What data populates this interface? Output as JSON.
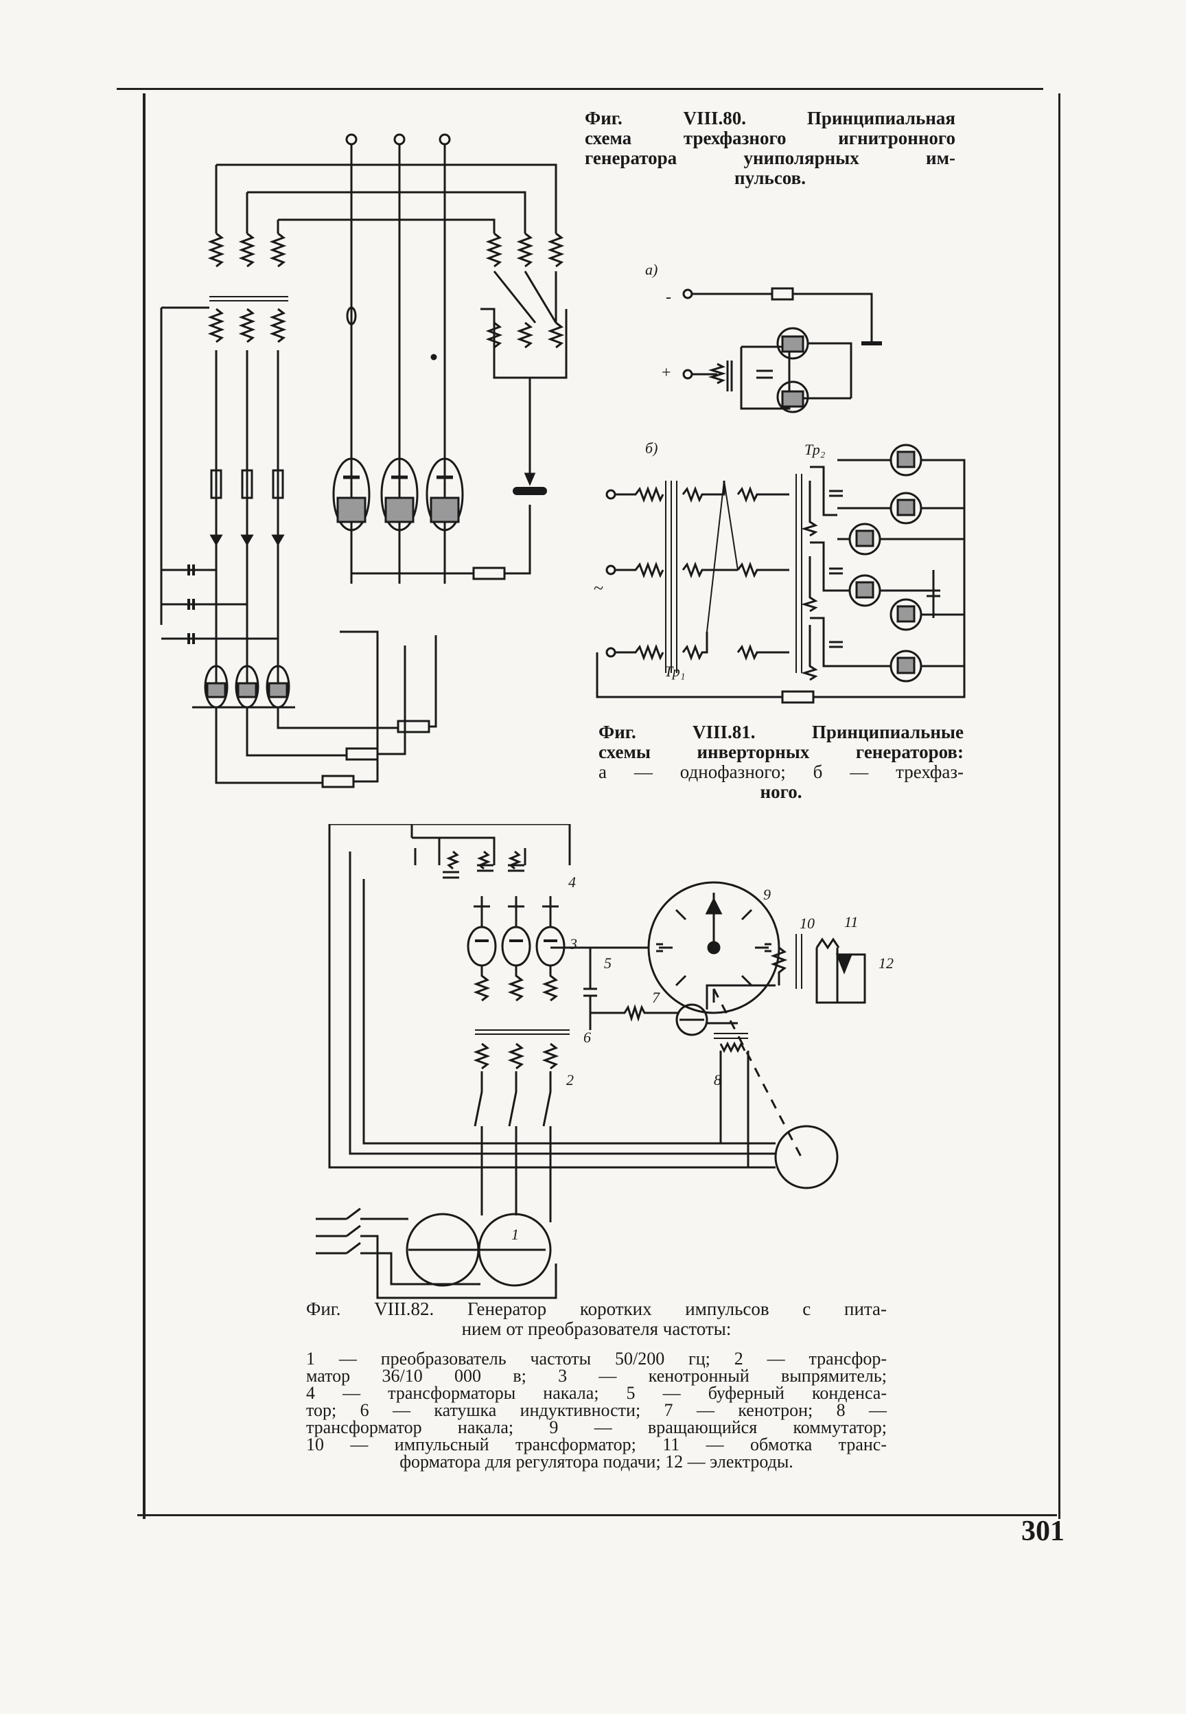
{
  "fig80": {
    "label": "Фиг. VIII.80.",
    "title_l1": "Принципиальная",
    "title_l2": "схема трехфазного игнитронного",
    "title_l3": "генератора униполярных им-",
    "title_l4": "пульсов."
  },
  "fig81": {
    "label": "Фиг. VIII.81.",
    "title_l1": "Принципиальные",
    "title_l2": "схемы инверторных генераторов:",
    "title_l3": "а — однофазного; б — трехфаз-",
    "title_l4": "ного.",
    "sub_a": "а)",
    "sub_b": "б)",
    "tr1": "Тр₁",
    "tr2": "Тр₂"
  },
  "fig82": {
    "label": "Фиг. VIII.82.",
    "title_l1": "Генератор коротких импульсов с пита-",
    "title_l2": "нием от преобразователя частоты:",
    "legend_l1": "1 — преобразователь частоты 50/200 гц; 2 — трансфор-",
    "legend_l2": "матор 36/10 000 в; 3 — кенотронный выпрямитель;",
    "legend_l3": "4 — трансформаторы накала; 5 — буферный конденса-",
    "legend_l4": "тор; 6 — катушка индуктивности; 7 — кенотрон; 8 —",
    "legend_l5": "трансформатор накала; 9 — вращающийся коммутатор;",
    "legend_l6": "10 — импульсный трансформатор; 11 — обмотка транс-",
    "legend_l7": "форматора для регулятора подачи; 12 — электроды.",
    "numbers": [
      "1",
      "2",
      "3",
      "4",
      "5",
      "6",
      "7",
      "8",
      "9",
      "10",
      "11",
      "12"
    ]
  },
  "page_number": "301"
}
